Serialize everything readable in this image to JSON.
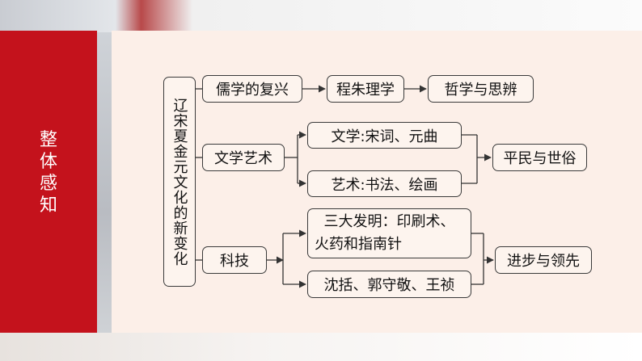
{
  "sidebar": {
    "title": "整体感知"
  },
  "diagram": {
    "root": "辽宋夏金元文化的新变化",
    "confucian": "儒学的复兴",
    "neo_confucian": "程朱理学",
    "philosophy": "哲学与思辨",
    "literature_art": "文学艺术",
    "literature": "文学:宋词、元曲",
    "art": "艺术:书法、绘画",
    "commoner": "平民与世俗",
    "tech": "科技",
    "inventions_line1": "三大发明：印刷术、",
    "inventions_line2": "火药和指南针",
    "people": "沈括、郭守敬、王祯",
    "progress": "进步与领先"
  }
}
